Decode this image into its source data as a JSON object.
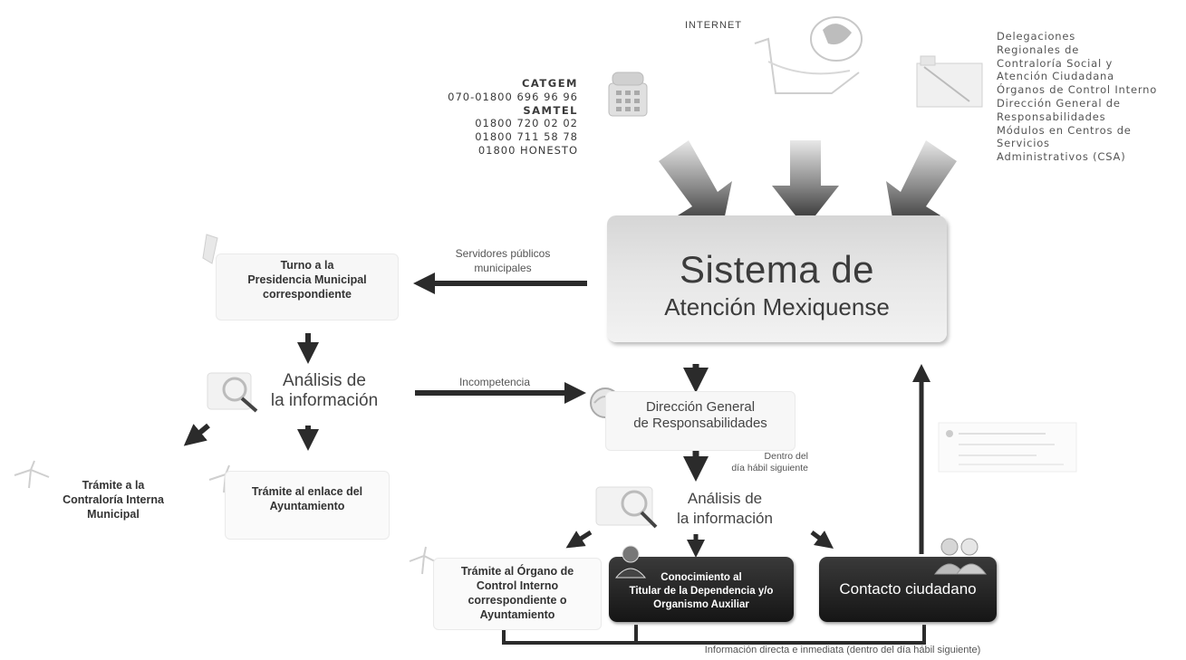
{
  "top": {
    "internet_label": "INTERNET",
    "contacts": {
      "catgem_label": "CATGEM",
      "catgem_number": "070-01800 696 96 96",
      "samtel_label": "SAMTEL",
      "samtel_numbers": [
        "01800 720 02 02",
        "01800 711 58 78",
        "01800 HONESTO"
      ]
    },
    "delegaciones_text": "Delegaciones\nRegionales de\nContraloría Social y\nAtención Ciudadana\nÓrganos de Control Interno\nDirección General de\nResponsabilidades\nMódulos en Centros de\nServicios\nAdministrativos (CSA)"
  },
  "central": {
    "title": "Sistema de",
    "subtitle": "Atención Mexiquense"
  },
  "left_branch": {
    "arrow_label": "Servidores públicos\nmunicipales",
    "turno_label": "Turno a la\nPresidencia Municipal\ncorrespondiente",
    "analisis_label": "Análisis de\nla información",
    "incompetencia_label": "Incompetencia",
    "tramite_contraloria": "Trámite a la\nContraloría Interna\nMunicipal",
    "tramite_enlace": "Trámite al enlace del\nAyuntamiento"
  },
  "right_branch": {
    "dgr_label": "Dirección General\nde Responsabilidades",
    "dentro_label": "Dentro del\ndía hábil siguiente",
    "analisis_label": "Análisis de\nla información",
    "tramite_organo": "Trámite al Órgano de\nControl Interno\ncorrespondiente o\nAyuntamiento",
    "conocimiento": "Conocimiento al\nTitular de la Dependencia y/o\nOrganismo Auxiliar",
    "contacto": "Contacto ciudadano",
    "bottom_note": "Información directa e inmediata (dentro del día hábil siguiente)"
  },
  "colors": {
    "arrow_dark": "#2b2b2b",
    "box_dark": "#1e1e1e",
    "box_light": "#f5f5f5",
    "central_box": "#dedede"
  }
}
